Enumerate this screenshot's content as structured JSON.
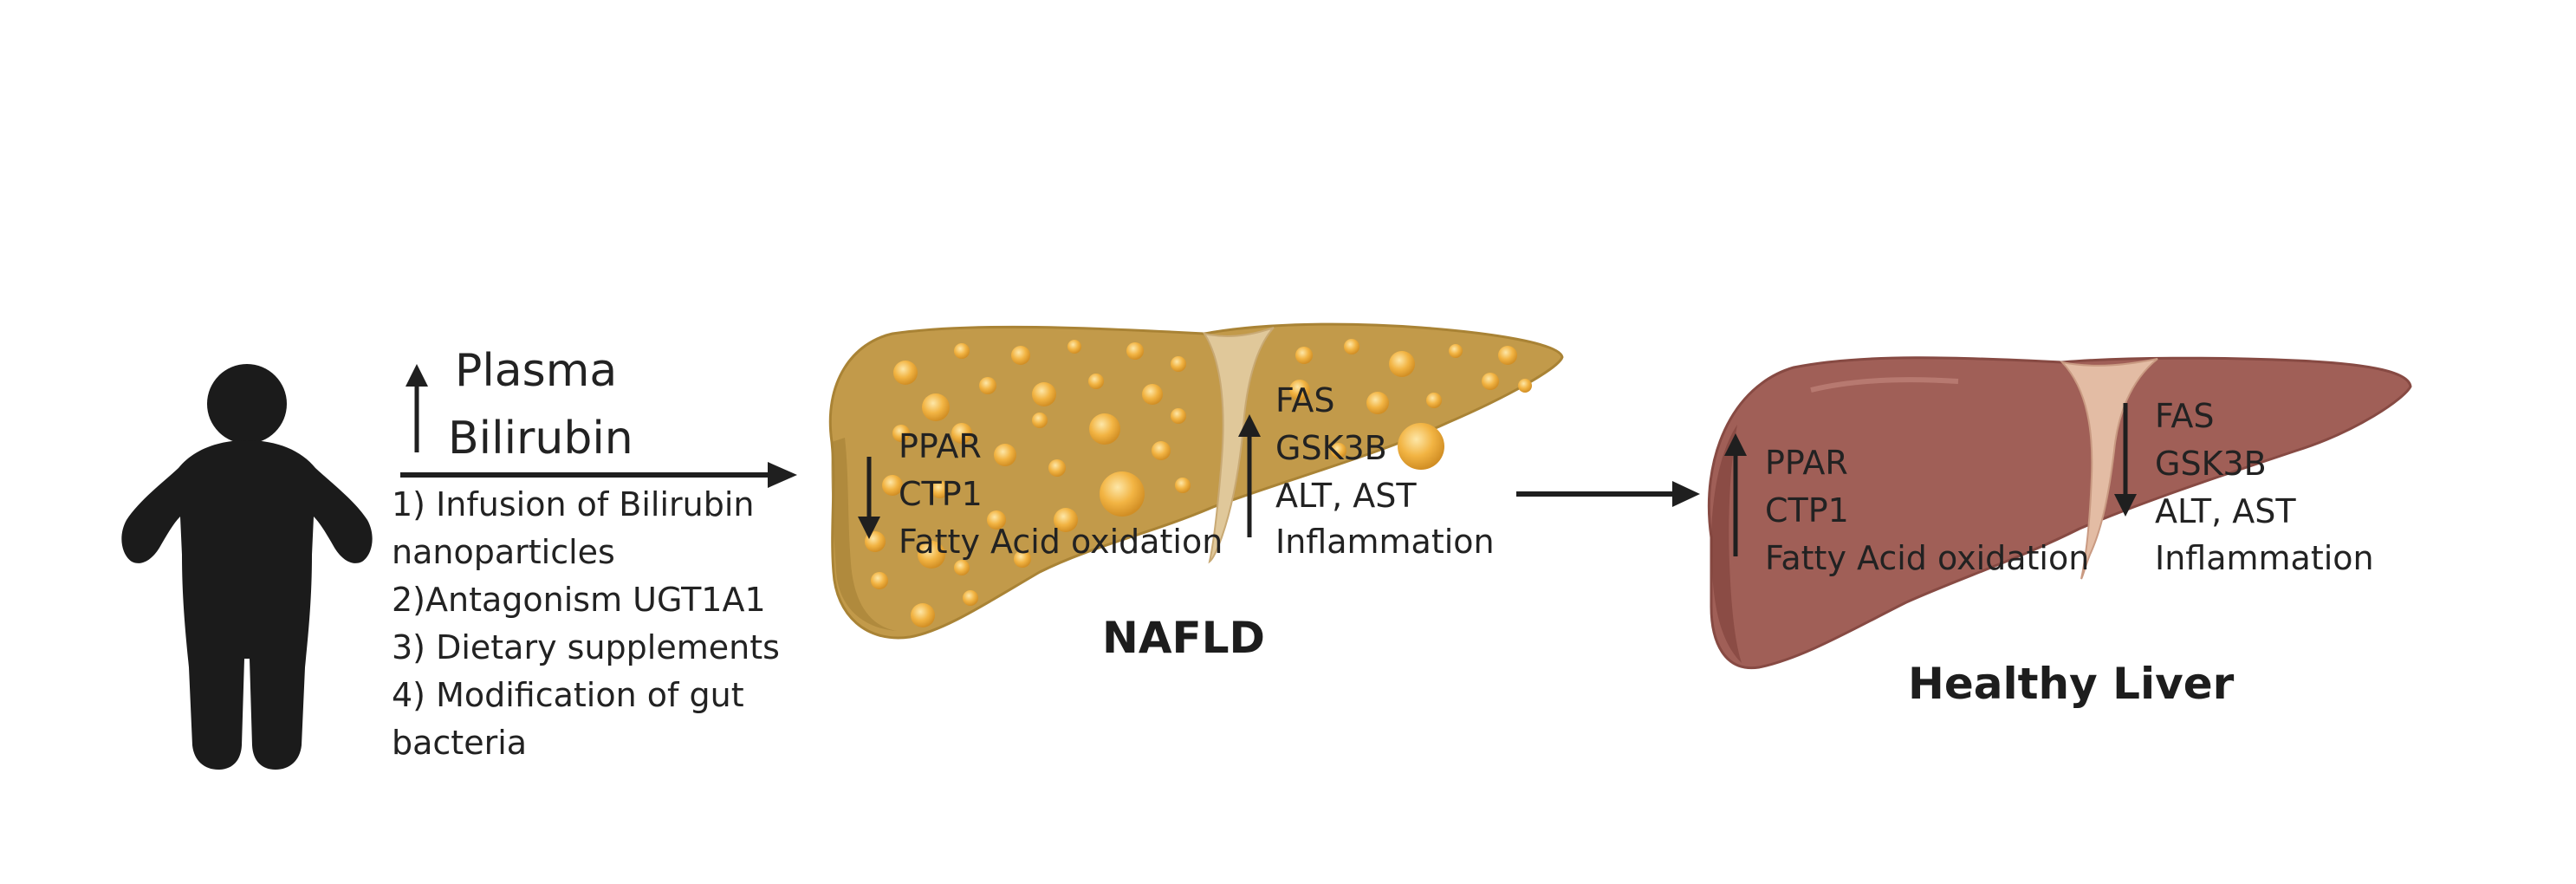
{
  "plasma": {
    "line1": "Plasma",
    "line2": "Bilirubin"
  },
  "interventions": [
    "1) Infusion of Bilirubin",
    "nanoparticles",
    "2)Antagonism UGT1A1",
    "3) Dietary supplements",
    "4) Modification of gut",
    "bacteria"
  ],
  "nafld": {
    "label": "NAFLD",
    "left_markers": [
      "PPAR",
      "CTP1",
      "Fatty Acid oxidation"
    ],
    "left_direction": "down",
    "right_markers": [
      "FAS",
      "GSK3B",
      "ALT, AST",
      "Inflammation"
    ],
    "right_direction": "up",
    "color": "#c29a4a"
  },
  "healthy": {
    "label": "Healthy Liver",
    "left_markers": [
      "PPAR",
      "CTP1",
      "Fatty Acid oxidation"
    ],
    "left_direction": "up",
    "right_markers": [
      "FAS",
      "GSK3B",
      "ALT, AST",
      "Inflammation"
    ],
    "right_direction": "down",
    "color": "#a05f57"
  },
  "icons": [
    "person-icon",
    "nafld-liver-icon",
    "healthy-liver-icon",
    "up-arrow-icon",
    "down-arrow-icon",
    "right-arrow-icon"
  ]
}
